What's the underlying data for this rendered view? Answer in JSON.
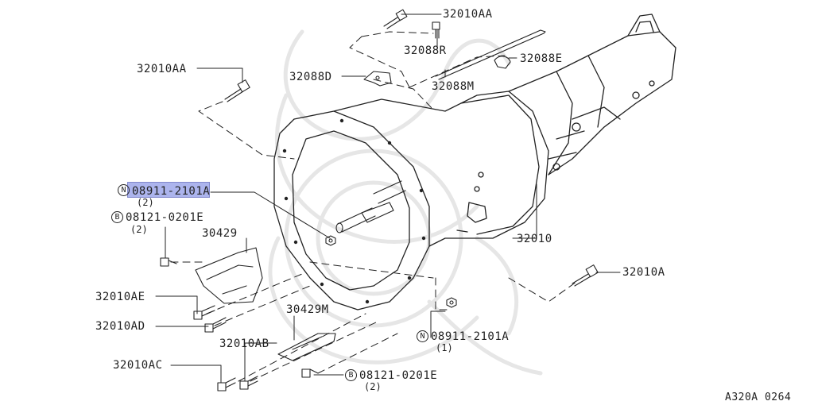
{
  "diagram": {
    "callouts": {
      "c32010AA_top": "32010AA",
      "c32088R": "32088R",
      "c32088E": "32088E",
      "c32088D": "32088D",
      "c32088M": "32088M",
      "c32010AA_left": "32010AA",
      "c08911_top": "08911-2101A",
      "c08911_top_qty": "(2)",
      "c08121_left": "08121-0201E",
      "c08121_left_qty": "(2)",
      "c30429": "30429",
      "c32010": "32010",
      "c32010A": "32010A",
      "c32010AE": "32010AE",
      "c32010AD": "32010AD",
      "c30429M": "30429M",
      "c08911_bottom": "08911-2101A",
      "c08911_bottom_qty": "(1)",
      "c32010AB": "32010AB",
      "c32010AC": "32010AC",
      "c08121_bottom": "08121-0201E",
      "c08121_bottom_qty": "(2)"
    },
    "prefix_marks": {
      "nut": "N",
      "bolt": "B"
    },
    "drawing_code": "A320A 0264",
    "highlight_color": "#9ea8ea",
    "line_color": "#222222"
  }
}
